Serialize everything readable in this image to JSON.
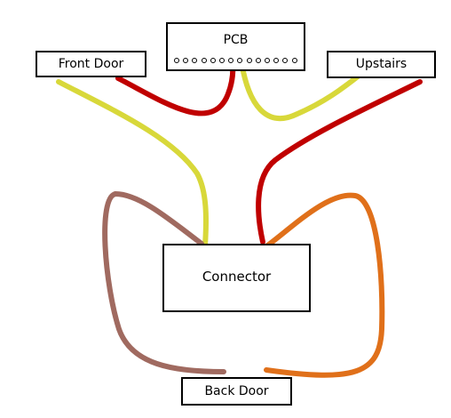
{
  "labels": {
    "pcb": "PCB",
    "front_door": "Front Door",
    "upstairs": "Upstairs",
    "connector": "Connector",
    "back_door": "Back Door"
  },
  "pcb_pin_count": 14,
  "wire_colors": {
    "red": "#c00000",
    "yellow": "#d8d83a",
    "brown": "#a06a60",
    "orange": "#e0701a"
  },
  "wires": [
    {
      "name": "red-front-door-to-pcb",
      "color": "red"
    },
    {
      "name": "yellow-pcb-to-upstairs",
      "color": "yellow"
    },
    {
      "name": "yellow-front-door-to-connector",
      "color": "yellow"
    },
    {
      "name": "red-upstairs-to-connector",
      "color": "red"
    },
    {
      "name": "brown-connector-to-back-door",
      "color": "brown"
    },
    {
      "name": "orange-connector-to-back-door",
      "color": "orange"
    }
  ]
}
